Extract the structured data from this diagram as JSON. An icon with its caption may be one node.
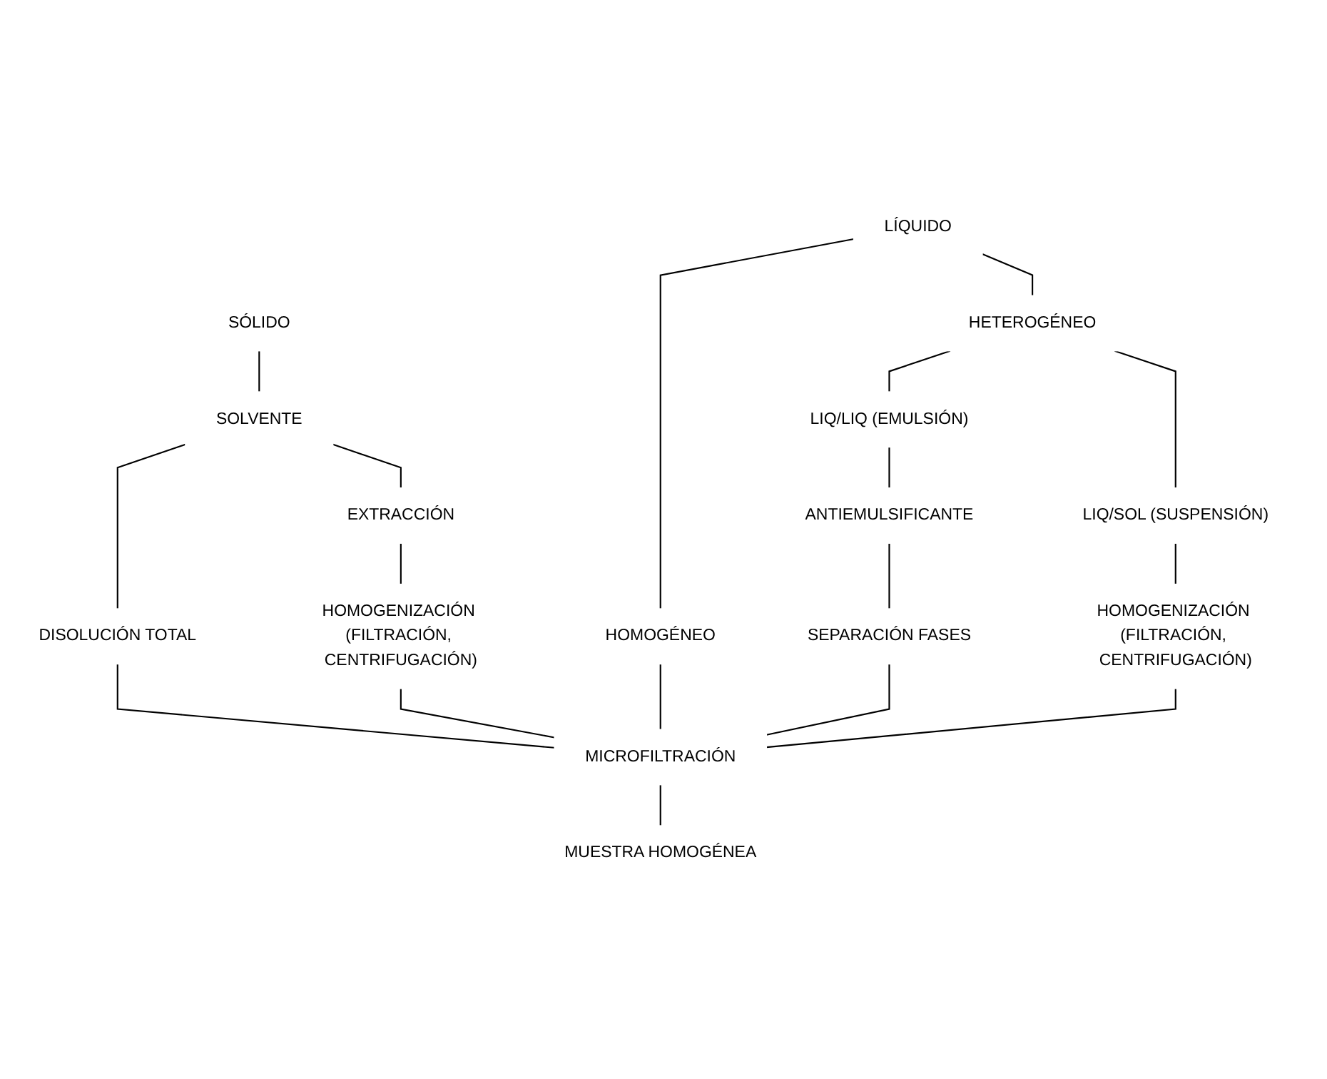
{
  "diagram": {
    "nodes": [
      {
        "text": [
          "SÓLIDO"
        ]
      },
      {
        "text": [
          "SOLVENTE"
        ]
      },
      {
        "text": [
          "DISOLUCIÓN TOTAL"
        ]
      },
      {
        "text": [
          "EXTRACCIÓN"
        ]
      },
      {
        "text": [
          "HOMOGENIZACIÓN (FILTRACIÓN, CENTRIFUGACIÓN)"
        ]
      },
      {
        "text": [
          "LÍQUIDO"
        ]
      },
      {
        "text": [
          "HOMOGÉNEO"
        ]
      },
      {
        "text": [
          "HETEROGÉNEO"
        ]
      },
      {
        "text": [
          "LIQ/LIQ (EMULSIÓN)"
        ]
      },
      {
        "text": [
          "LIQ/SOL (SUSPENSIÓN)"
        ]
      },
      {
        "text": [
          "ANTIEMULSIFICANTE"
        ]
      },
      {
        "text": [
          "HOMOGENIZACIÓN (FILTRACIÓN, CENTRIFUGACIÓN)"
        ]
      },
      {
        "text": [
          "SEPARACIÓN FASES"
        ]
      },
      {
        "text": [
          "MICROFILTRACIÓN"
        ]
      },
      {
        "text": [
          "MUESTRA HOMOGÉNEA"
        ]
      }
    ],
    "edges": [
      {
        "from": 0,
        "to": 1,
        "arrow": "none"
      },
      {
        "from": 1,
        "to": 2,
        "arrow": "none"
      },
      {
        "from": 1,
        "to": 3,
        "arrow": "none"
      },
      {
        "from": 3,
        "to": 4,
        "arrow": "none"
      },
      {
        "from": 5,
        "to": 6,
        "arrow": "none"
      },
      {
        "from": 5,
        "to": 7,
        "arrow": "none"
      },
      {
        "from": 7,
        "to": 8,
        "arrow": "none"
      },
      {
        "from": 7,
        "to": 9,
        "arrow": "none"
      },
      {
        "from": 8,
        "to": 10,
        "arrow": "none"
      },
      {
        "from": 10,
        "to": 12,
        "arrow": "none"
      },
      {
        "from": 9,
        "to": 11,
        "arrow": "none"
      },
      {
        "from": 2,
        "to": 13,
        "arrow": "none"
      },
      {
        "from": 4,
        "to": 13,
        "arrow": "none"
      },
      {
        "from": 6,
        "to": 13,
        "arrow": "none"
      },
      {
        "from": 12,
        "to": 13,
        "arrow": "none"
      },
      {
        "from": 11,
        "to": 13,
        "arrow": "none"
      },
      {
        "from": 13,
        "to": 14,
        "arrow": "none"
      }
    ]
  }
}
